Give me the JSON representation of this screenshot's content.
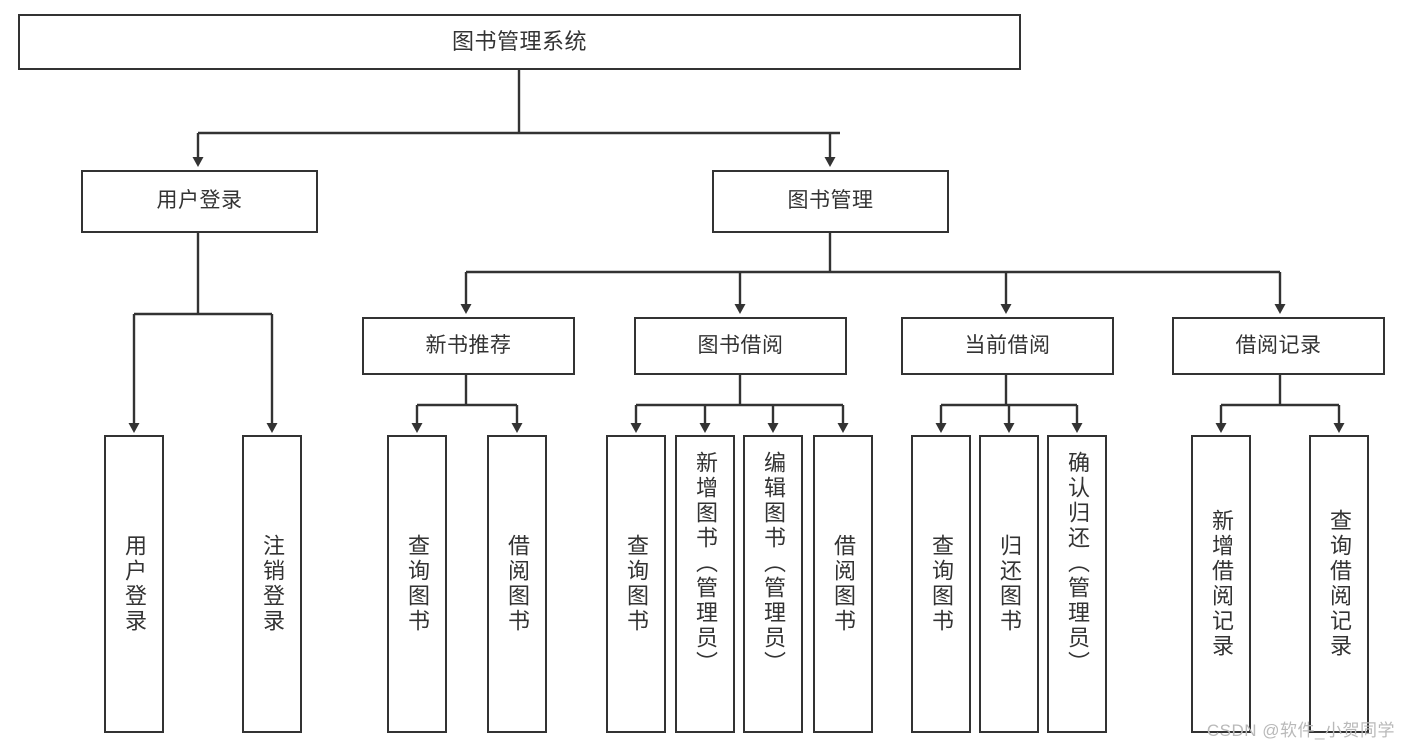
{
  "diagram": {
    "type": "tree-hierarchy-chart",
    "title": "图书管理系统",
    "watermark": "CSDN @软件_小贺同学",
    "colors": {
      "box_border": "#333333",
      "box_fill": "#ffffff",
      "text": "#333333",
      "connector": "#333333",
      "watermark": "#b9b9b9",
      "background": "#ffffff"
    },
    "nodes": {
      "root": {
        "label": "图书管理系统"
      },
      "level2": [
        {
          "id": "user-login",
          "label": "用户登录"
        },
        {
          "id": "book-manage",
          "label": "图书管理"
        }
      ],
      "level3": [
        {
          "id": "new-book-recommend",
          "label": "新书推荐"
        },
        {
          "id": "book-borrow",
          "label": "图书借阅"
        },
        {
          "id": "current-borrow",
          "label": "当前借阅"
        },
        {
          "id": "borrow-record",
          "label": "借阅记录"
        }
      ],
      "leaves": [
        {
          "id": "leaf-user-login",
          "label": "用户登录",
          "parent": "user-login"
        },
        {
          "id": "leaf-logout-login",
          "label": "注销登录",
          "parent": "user-login"
        },
        {
          "id": "leaf-query-book-1",
          "label": "查询图书",
          "parent": "new-book-recommend"
        },
        {
          "id": "leaf-borrow-book-1",
          "label": "借阅图书",
          "parent": "new-book-recommend"
        },
        {
          "id": "leaf-query-book-2",
          "label": "查询图书",
          "parent": "book-borrow"
        },
        {
          "id": "leaf-add-book-admin",
          "label": "新增图书（管理员）",
          "parent": "book-borrow"
        },
        {
          "id": "leaf-edit-book-admin",
          "label": "编辑图书（管理员）",
          "parent": "book-borrow"
        },
        {
          "id": "leaf-borrow-book-2",
          "label": "借阅图书",
          "parent": "book-borrow"
        },
        {
          "id": "leaf-query-book-3",
          "label": "查询图书",
          "parent": "current-borrow"
        },
        {
          "id": "leaf-return-book",
          "label": "归还图书",
          "parent": "current-borrow"
        },
        {
          "id": "leaf-confirm-return-admin",
          "label": "确认归还（管理员）",
          "parent": "current-borrow"
        },
        {
          "id": "leaf-add-borrow-record",
          "label": "新增借阅记录",
          "parent": "borrow-record"
        },
        {
          "id": "leaf-query-borrow-record",
          "label": "查询借阅记录",
          "parent": "borrow-record"
        }
      ]
    }
  }
}
